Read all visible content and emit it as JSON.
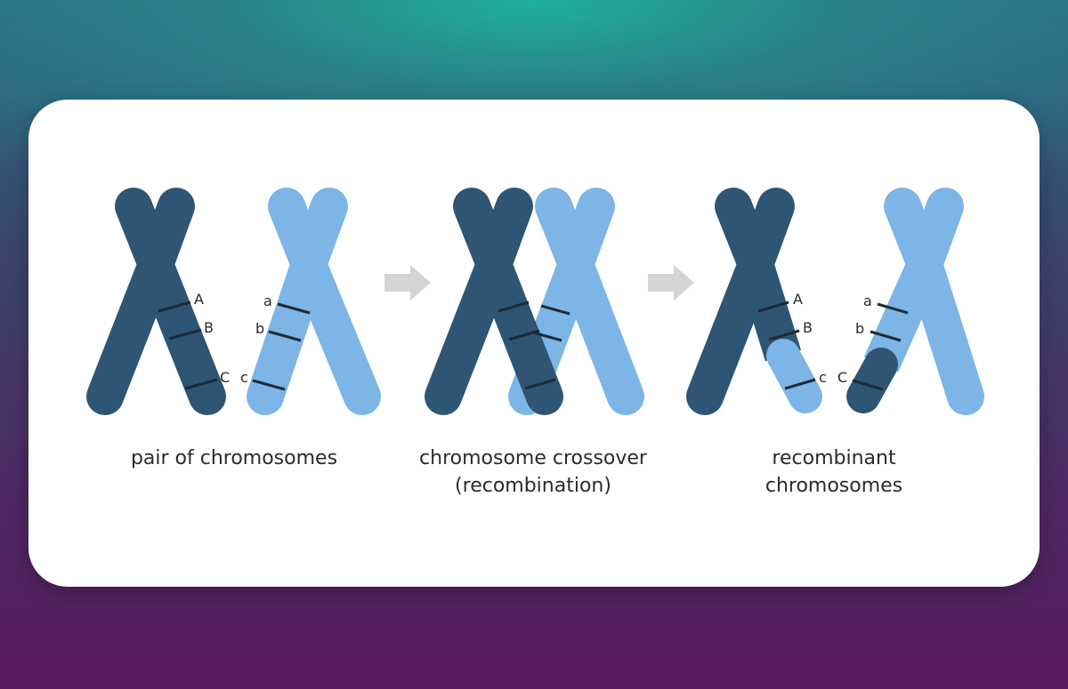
{
  "colors": {
    "dark_chromosome": "#2e5573",
    "light_chromosome": "#7cb5e6",
    "band": "#1e2a36",
    "arrow": "#d4d4d4",
    "card": "#ffffff"
  },
  "panels": [
    {
      "caption_lines": [
        "pair of chromosomes"
      ]
    },
    {
      "caption_lines": [
        "chromosome crossover",
        "(recombination)"
      ]
    },
    {
      "caption_lines": [
        "recombinant",
        "chromosomes"
      ]
    }
  ],
  "gene_labels": {
    "pair_dark": [
      "A",
      "B",
      "C"
    ],
    "pair_light": [
      "a",
      "b",
      "c"
    ],
    "recombinant_dark": [
      "A",
      "B",
      "c"
    ],
    "recombinant_light": [
      "a",
      "b",
      "C"
    ]
  }
}
